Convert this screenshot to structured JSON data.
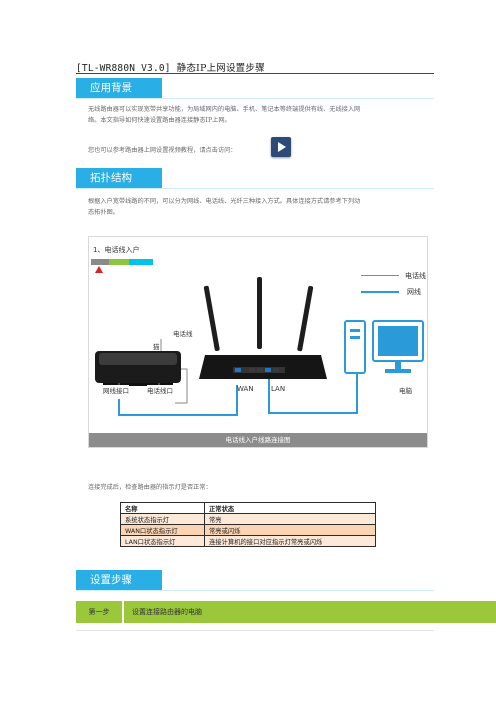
{
  "document": {
    "title_code": "[TL-WR880N V3.0]",
    "title_text": "静态IP上网设置步骤"
  },
  "sections": {
    "background": {
      "heading": "应用背景",
      "para1_line1": "无线路由器可以实现宽带共享功能，为局域网内的电脑、手机、笔记本等终端提供有线、无线接入网",
      "para1_line2": "络。本文指导如何快速设置路由器连接静态IP上网。",
      "para2": "您也可以参考路由器上网设置视频教程，请点击访问："
    },
    "topology": {
      "heading": "拓扑结构",
      "para_line1": "根据入户宽带线路的不同，可以分为网线、电话线、光纤三种接入方式。具体连接方式请参考下列动",
      "para_line2": "态拓扑图。"
    },
    "check": {
      "para": "连接完成后，检查路由器的指示灯是否正常："
    },
    "steps": {
      "heading": "设置步骤",
      "step1_label": "第一步",
      "step1_text": "设置连接路由器的电脑"
    }
  },
  "diagram": {
    "access_type": "1、电话线入户",
    "legend_phone": "电话线",
    "legend_net": "网线",
    "label_phone_line": "电话线",
    "label_modem": "猫",
    "label_modem_net_port": "网线接口",
    "label_modem_phone_port": "电话线口",
    "label_wan": "WAN",
    "label_lan": "LAN",
    "label_pc": "电脑",
    "caption": "电话线入户线路连接图",
    "colors": {
      "net_cable": "#2a9bd8",
      "phone_cable": "#888888",
      "tab_gray": "#8a8a8a",
      "tab_green": "#8cc63f",
      "tab_cyan": "#00c3ee",
      "indicator": "#e02020"
    }
  },
  "status_table": {
    "headers": [
      "名称",
      "正常状态"
    ],
    "rows": [
      [
        "系统状态指示灯",
        "常亮"
      ],
      [
        "WAN口状态指示灯",
        "常亮或闪烁"
      ],
      [
        "LAN口状态指示灯",
        "连接计算机的接口对应指示灯常亮或闪烁"
      ]
    ]
  },
  "colors": {
    "section_header": "#29aee6",
    "step_bar": "#9bc73a",
    "video_button": "#2d4a78"
  },
  "icons": {
    "video_button": "play-icon"
  }
}
